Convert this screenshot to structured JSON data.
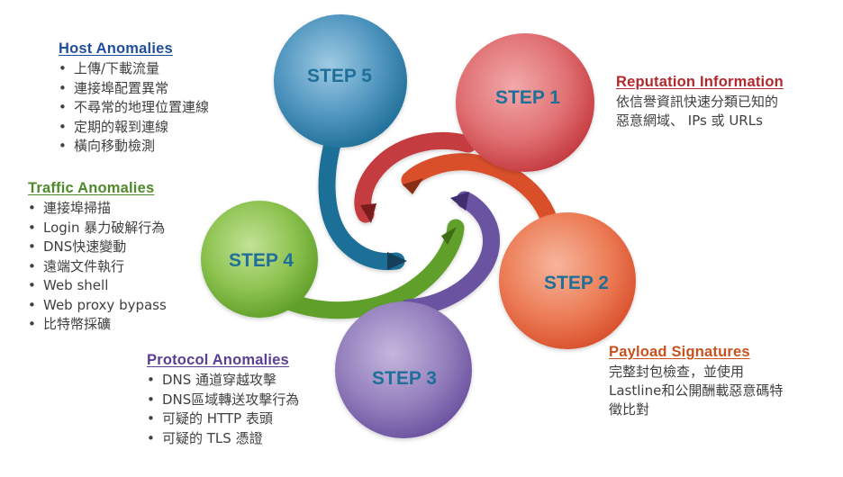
{
  "steps": {
    "step1": {
      "label": "STEP 1",
      "color": "#c43a3f",
      "light": "#ec8b8c"
    },
    "step2": {
      "label": "STEP 2",
      "color": "#d9502c",
      "light": "#f29678"
    },
    "step3": {
      "label": "STEP 3",
      "color": "#6b52a0",
      "light": "#a793c9"
    },
    "step4": {
      "label": "STEP 4",
      "color": "#5f9f29",
      "light": "#a3d06b"
    },
    "step5": {
      "label": "STEP 5",
      "color": "#1f6f98",
      "light": "#73b0d2"
    }
  },
  "host_anomalies": {
    "title": "Host Anomalies",
    "color": "#1f4e9c",
    "items": [
      "上傳/下載流量",
      "連接埠配置異常",
      "不尋常的地理位置連線",
      "定期的報到連線",
      "橫向移動檢測"
    ]
  },
  "traffic_anomalies": {
    "title": "Traffic Anomalies",
    "color": "#4e8a2a",
    "items": [
      "連接埠掃描",
      "Login 暴力破解行為",
      "DNS快速變動",
      "遠端文件執行",
      "Web shell",
      "Web proxy bypass",
      "比特幣採礦"
    ]
  },
  "protocol_anomalies": {
    "title": "Protocol Anomalies",
    "color": "#5b3f93",
    "items": [
      "DNS 通道穿越攻擊",
      "DNS區域轉送攻擊行為",
      "可疑的 HTTP 表頭",
      "可疑的 TLS 憑證"
    ]
  },
  "reputation_information": {
    "title": "Reputation Information",
    "color": "#b3282d",
    "lines": [
      "依信譽資訊快速分類已知的",
      "惡意網域、 IPs 或 URLs"
    ]
  },
  "payload_signatures": {
    "title": "Payload Signatures",
    "color": "#c8511f",
    "lines": [
      "完整封包檢查，並使用",
      "Lastline和公開酬載惡意碼特",
      "徵比對"
    ]
  },
  "bullet": "•"
}
